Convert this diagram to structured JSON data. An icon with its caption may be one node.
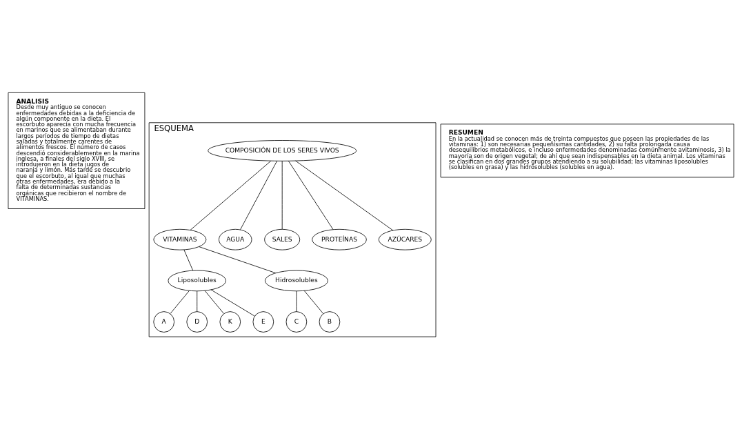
{
  "diagram": {
    "nodes": [
      {
        "text": [
          "ANALISIS",
          "Desde muy antiguo se conocen enfermedades debidas a la deficiencia de algún componente en la dieta. El escorbuto aparecía con mucha frecuencia en marinos que se alimentaban durante largos períodos de tiempo de dietas saladas y totalmente carentes de alimentos frescos. El número de casos descendió considerablemente en la marina inglesa, a finales del siglo XVIII, se introdujeron en la dieta jugos de naranja y limón. Más tarde se descubrio que el escorbuto, al igual que muchas otras enfermedades, era debido a la falta de determinadas sustancias orgánicas que recibieron el nombre de VITAMINAS."
        ]
      },
      {
        "text": [
          "ESQUEMA"
        ]
      },
      {
        "text": [
          "COMPOSICIÓN DE LOS SERES VIVOS"
        ],
        "in": 1
      },
      {
        "text": [
          "VITAMINAS"
        ],
        "in": 1
      },
      {
        "text": [
          "AGUA"
        ],
        "in": 1
      },
      {
        "text": [
          "SALES"
        ],
        "in": 1
      },
      {
        "text": [
          "PROTEÍNAS"
        ],
        "in": 1
      },
      {
        "text": [
          "AZÚCARES"
        ],
        "in": 1
      },
      {
        "text": [
          "Liposolubles"
        ],
        "in": 1
      },
      {
        "text": [
          "Hidrosolubles"
        ],
        "in": 1
      },
      {
        "text": [
          "A"
        ],
        "in": 1
      },
      {
        "text": [
          "D"
        ],
        "in": 1
      },
      {
        "text": [
          "K"
        ],
        "in": 1
      },
      {
        "text": [
          "E"
        ],
        "in": 1
      },
      {
        "text": [
          "C"
        ],
        "in": 1
      },
      {
        "text": [
          "B"
        ],
        "in": 1
      },
      {
        "text": [
          "RESUMEN",
          "En la actualidad se conocen más de treinta compuestos que poseen las propiedades de las vitaminas: 1) son necesarias pequeñísimas cantidades, 2) su falta prolongada causa desequilibrios metabólicos, e incluso enfermedades denominadas comúnmente avitaminosis, 3) la mayoría son de origen vegetal; de ahí que sean indispensables en la dieta animal. Los vitaminas se clasifican en dos grandes grupos atendiendo a su solubilidad; las vitaminas liposolubles (solubles en grasa) y las hidrosolubles (solubles en agua)."
        ]
      }
    ],
    "edges": [
      {
        "from": 2,
        "to": 3,
        "arrow": "none"
      },
      {
        "from": 2,
        "to": 4,
        "arrow": "none"
      },
      {
        "from": 2,
        "to": 5,
        "arrow": "none"
      },
      {
        "from": 2,
        "to": 6,
        "arrow": "none"
      },
      {
        "from": 2,
        "to": 7,
        "arrow": "none"
      },
      {
        "from": 3,
        "to": 8,
        "arrow": "none"
      },
      {
        "from": 3,
        "to": 9,
        "arrow": "none"
      },
      {
        "from": 8,
        "to": 10,
        "arrow": "none"
      },
      {
        "from": 8,
        "to": 11,
        "arrow": "none"
      },
      {
        "from": 8,
        "to": 12,
        "arrow": "none"
      },
      {
        "from": 8,
        "to": 13,
        "arrow": "none"
      },
      {
        "from": 9,
        "to": 14,
        "arrow": "none"
      },
      {
        "from": 9,
        "to": 15,
        "arrow": "none"
      }
    ]
  }
}
